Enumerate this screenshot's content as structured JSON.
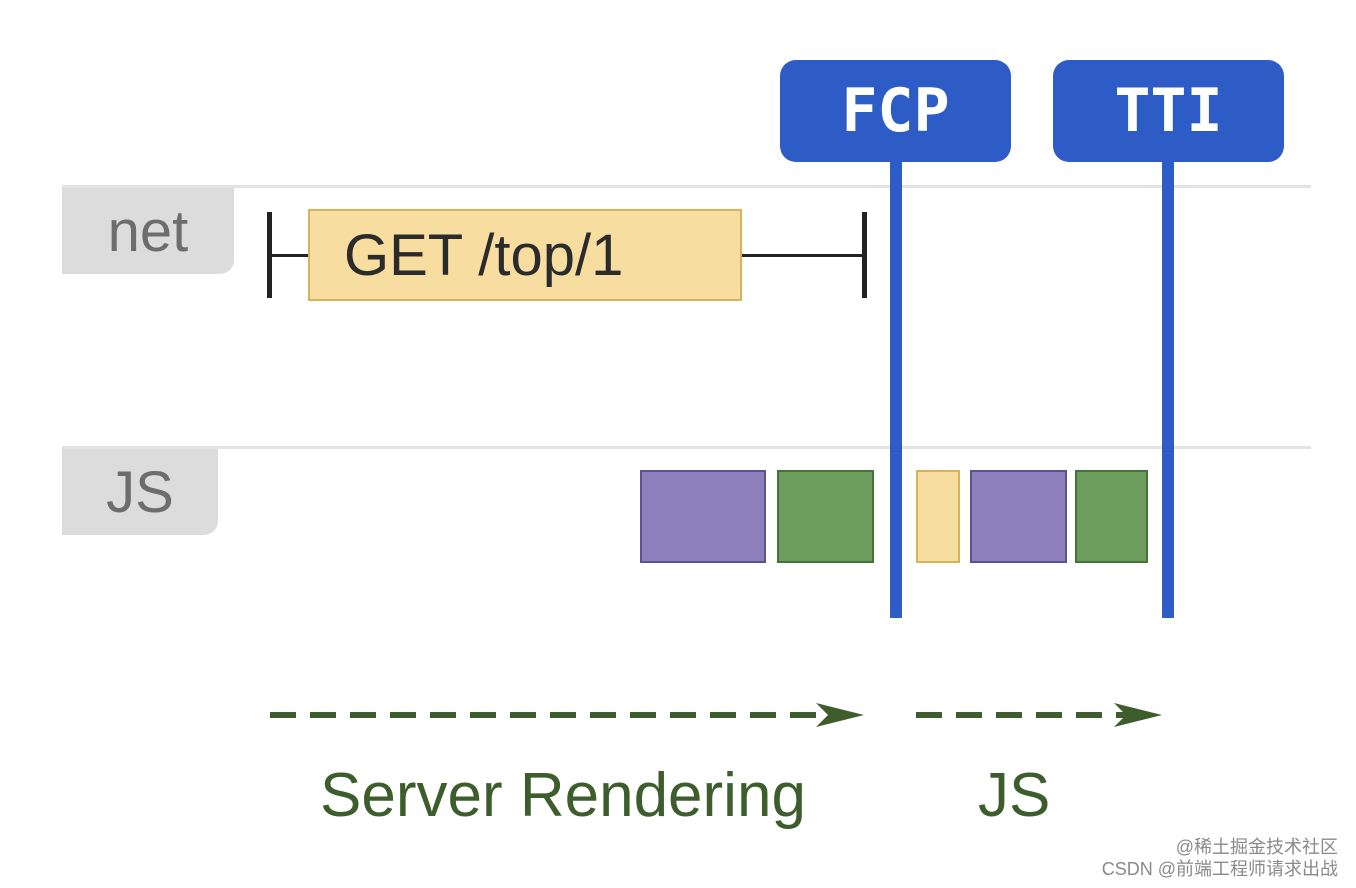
{
  "lanes": {
    "net": "net",
    "js": "JS"
  },
  "request": {
    "label": "GET /top/1",
    "color": "#f8dda0"
  },
  "markers": {
    "fcp": "FCP",
    "tti": "TTI",
    "color": "#2d5cc6"
  },
  "js_blocks": [
    "#8d80bd",
    "#6e9e5d",
    "#f8dda0",
    "#8d80bd",
    "#6e9e5d"
  ],
  "phases": {
    "server": "Server Rendering",
    "js": "JS"
  },
  "watermark": {
    "line1": "@稀土掘金技术社区",
    "line2": "CSDN @前端工程师请求出战"
  }
}
